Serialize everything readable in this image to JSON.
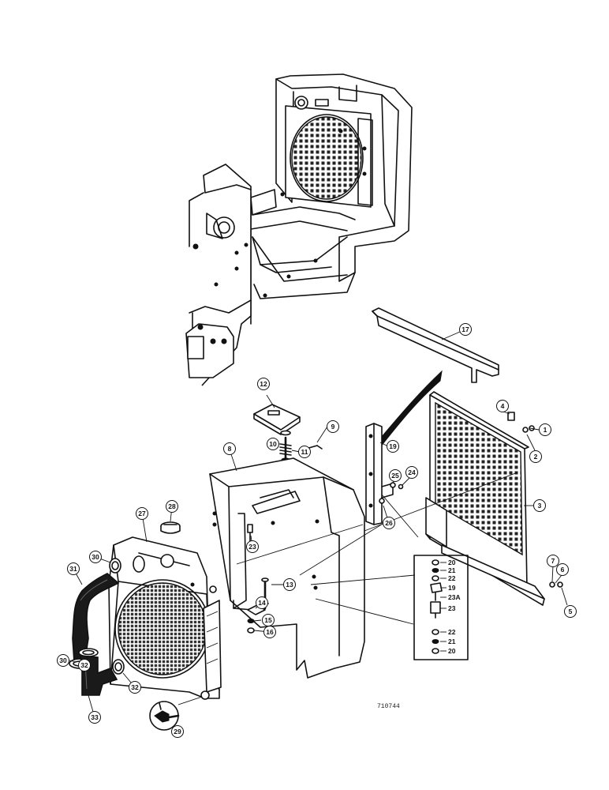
{
  "figure_number": "710744",
  "callouts": [
    "1",
    "2",
    "3",
    "4",
    "5",
    "6",
    "7",
    "8",
    "9",
    "10",
    "11",
    "12",
    "13",
    "14",
    "15",
    "16",
    "17",
    "19",
    "23",
    "24",
    "25",
    "26",
    "27",
    "28",
    "29",
    "30",
    "31",
    "32",
    "33"
  ],
  "inset_labels": [
    "20",
    "21",
    "22",
    "19",
    "23A",
    "23",
    "22",
    "21",
    "20"
  ]
}
